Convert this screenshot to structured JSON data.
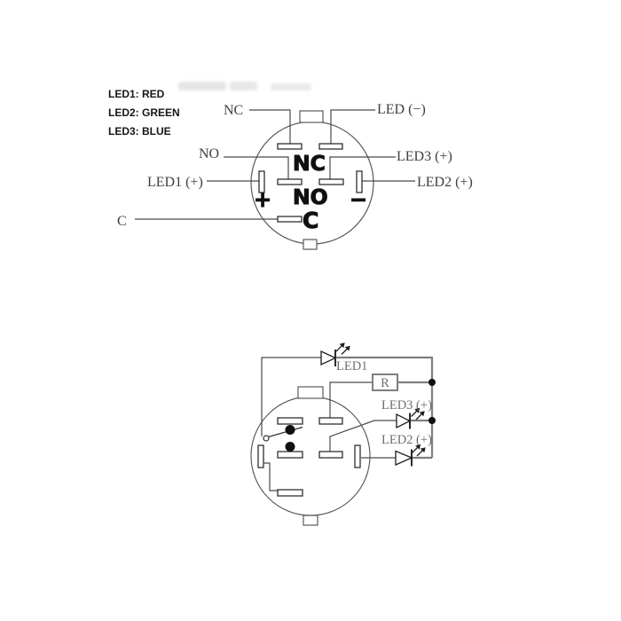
{
  "colors": {
    "background": "#ffffff",
    "line_dark": "#4a4a4a",
    "bus_gray": "#7e7e7e",
    "marking_black": "#101010",
    "label_gray": "#6e6e6e"
  },
  "legend": {
    "items": [
      {
        "label": "LED1: RED"
      },
      {
        "label": "LED2: GREEN"
      },
      {
        "label": "LED3: BLUE"
      }
    ]
  },
  "pinout": {
    "pins": {
      "nc": "NC",
      "led_minus": "LED (−)",
      "no": "NO",
      "led3": "LED3 (+)",
      "led1": "LED1 (+)",
      "led2": "LED2 (+)",
      "c": "C"
    },
    "markings": {
      "nc": "NC",
      "no": "NO",
      "c": "C",
      "plus": "+",
      "minus": "−"
    }
  },
  "schematic": {
    "labels": {
      "led1": "LED1",
      "resistor": "R",
      "led3": "LED3 (+)",
      "led2": "LED2 (+)"
    }
  }
}
